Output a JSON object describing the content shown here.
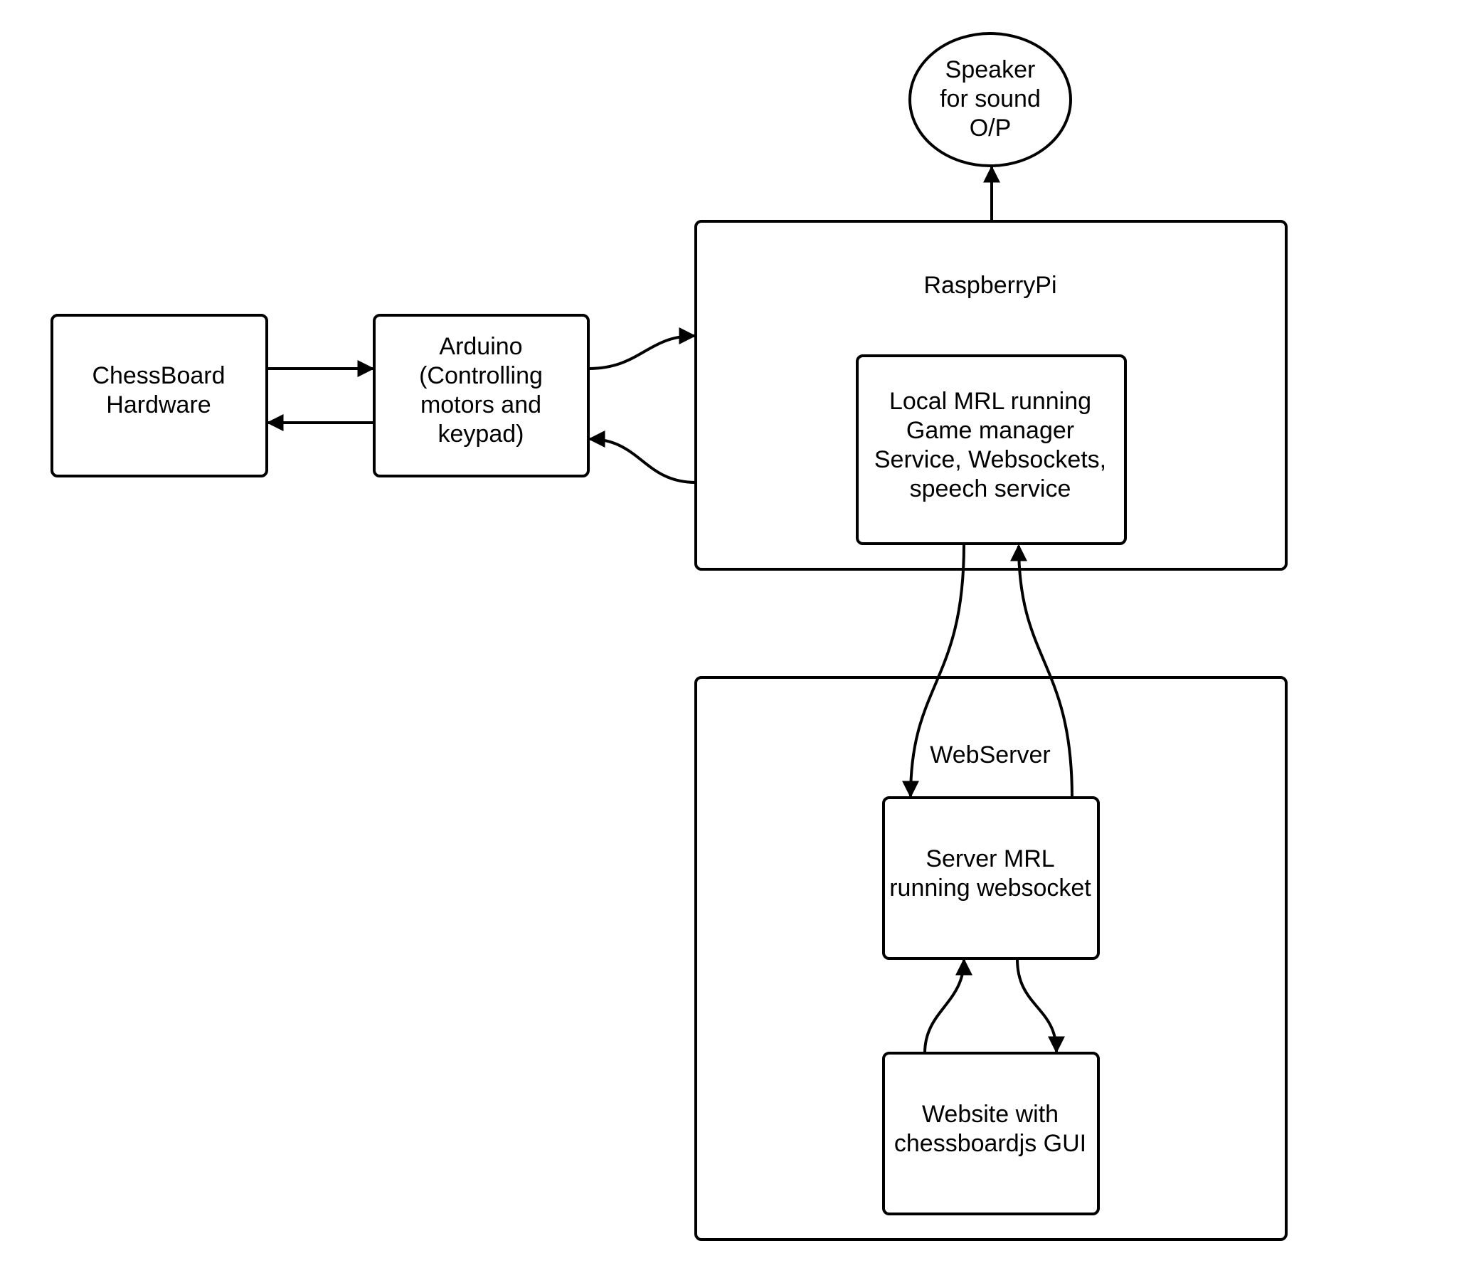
{
  "diagram": {
    "nodes": {
      "speaker": {
        "lines": [
          "Speaker",
          "for sound",
          "O/P"
        ]
      },
      "raspberry_pi": {
        "lines": [
          "RaspberryPi"
        ]
      },
      "chessboard": {
        "lines": [
          "ChessBoard",
          "Hardware"
        ]
      },
      "arduino": {
        "lines": [
          "Arduino",
          "(Controlling",
          "motors and",
          "keypad)"
        ]
      },
      "local_mrl": {
        "lines": [
          "Local MRL running",
          "Game manager",
          "Service, Websockets,",
          "speech service"
        ]
      },
      "webserver": {
        "lines": [
          "WebServer"
        ]
      },
      "server_mrl": {
        "lines": [
          "Server MRL",
          "running websocket"
        ]
      },
      "website": {
        "lines": [
          "Website with",
          "chessboardjs GUI"
        ]
      }
    },
    "edges": [
      {
        "from": "chessboard",
        "to": "arduino"
      },
      {
        "from": "arduino",
        "to": "chessboard"
      },
      {
        "from": "arduino",
        "to": "raspberry_pi"
      },
      {
        "from": "raspberry_pi",
        "to": "arduino"
      },
      {
        "from": "raspberry_pi",
        "to": "speaker"
      },
      {
        "from": "local_mrl",
        "to": "server_mrl"
      },
      {
        "from": "server_mrl",
        "to": "local_mrl"
      },
      {
        "from": "website",
        "to": "server_mrl"
      },
      {
        "from": "server_mrl",
        "to": "website"
      }
    ]
  }
}
